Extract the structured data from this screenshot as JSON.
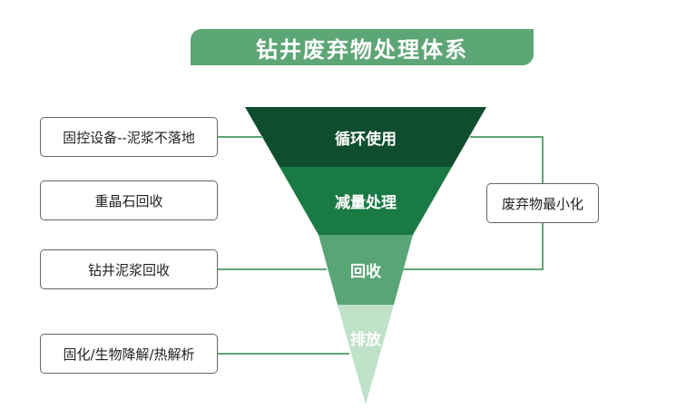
{
  "title": "钻井废弃物处理体系",
  "tiers": [
    {
      "label": "循环使用",
      "color": "#0e4d2e"
    },
    {
      "label": "减量处理",
      "color": "#1a7a44"
    },
    {
      "label": "回收",
      "color": "#5aa576"
    },
    {
      "label": "排放",
      "color": "#bfe2c8"
    }
  ],
  "left_boxes": [
    {
      "label": "固控设备--泥浆不落地"
    },
    {
      "label": "重晶石回收"
    },
    {
      "label": "钻井泥浆回收"
    },
    {
      "label": "固化/生物降解/热解析"
    }
  ],
  "right_box": {
    "label": "废弃物最小化"
  },
  "colors": {
    "title_bg": "#5da675",
    "connector": "#5da675",
    "box_border": "#666666"
  }
}
